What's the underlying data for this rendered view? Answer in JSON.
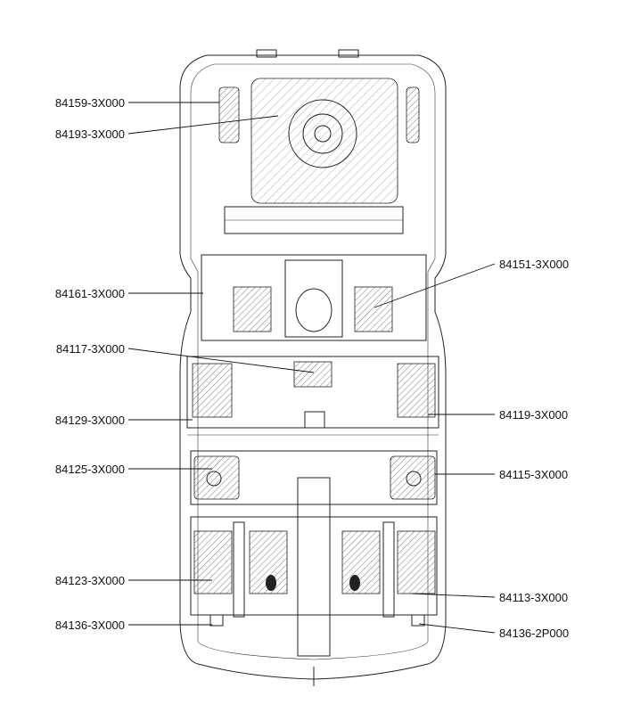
{
  "parts": [
    {
      "id": "84159-3X000",
      "side": "left"
    },
    {
      "id": "84193-3X000",
      "side": "left"
    },
    {
      "id": "84161-3X000",
      "side": "left"
    },
    {
      "id": "84117-3X000",
      "side": "left"
    },
    {
      "id": "84129-3X000",
      "side": "left"
    },
    {
      "id": "84125-3X000",
      "side": "left"
    },
    {
      "id": "84123-3X000",
      "side": "left"
    },
    {
      "id": "84136-3X000",
      "side": "left"
    },
    {
      "id": "84151-3X000",
      "side": "right"
    },
    {
      "id": "84119-3X000",
      "side": "right"
    },
    {
      "id": "84115-3X000",
      "side": "right"
    },
    {
      "id": "84113-3X000",
      "side": "right"
    },
    {
      "id": "84136-2P000",
      "side": "right"
    }
  ]
}
